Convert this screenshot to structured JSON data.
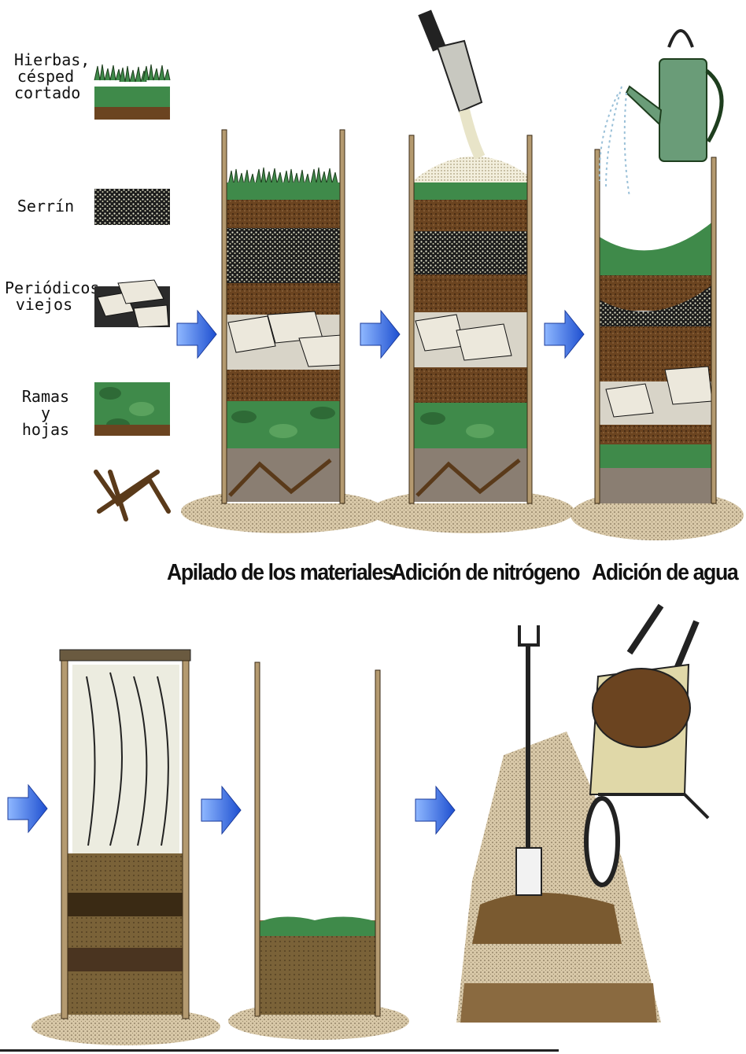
{
  "legend": [
    {
      "text": "Hierbas, césped cortado",
      "lines": [
        "Hierbas,",
        "césped",
        "cortado"
      ]
    },
    {
      "text": "Serrín",
      "lines": [
        "Serrín"
      ]
    },
    {
      "text": "Periódicos viejos",
      "lines": [
        "Periódicos",
        "viejos"
      ]
    },
    {
      "text": "Ramas y hojas",
      "lines": [
        "Ramas",
        "y hojas"
      ]
    }
  ],
  "captions": {
    "stacking": "Apilado de los materiales",
    "nitrogen": "Adición de nitrógeno",
    "water": "Adición de agua"
  },
  "colors": {
    "grass": "#3f8a4a",
    "soil": "#6b4420",
    "compost": "#7a5a30",
    "paper": "#e8e4d8",
    "arrow": "#2f6ce0",
    "ground": "#cdb898"
  }
}
